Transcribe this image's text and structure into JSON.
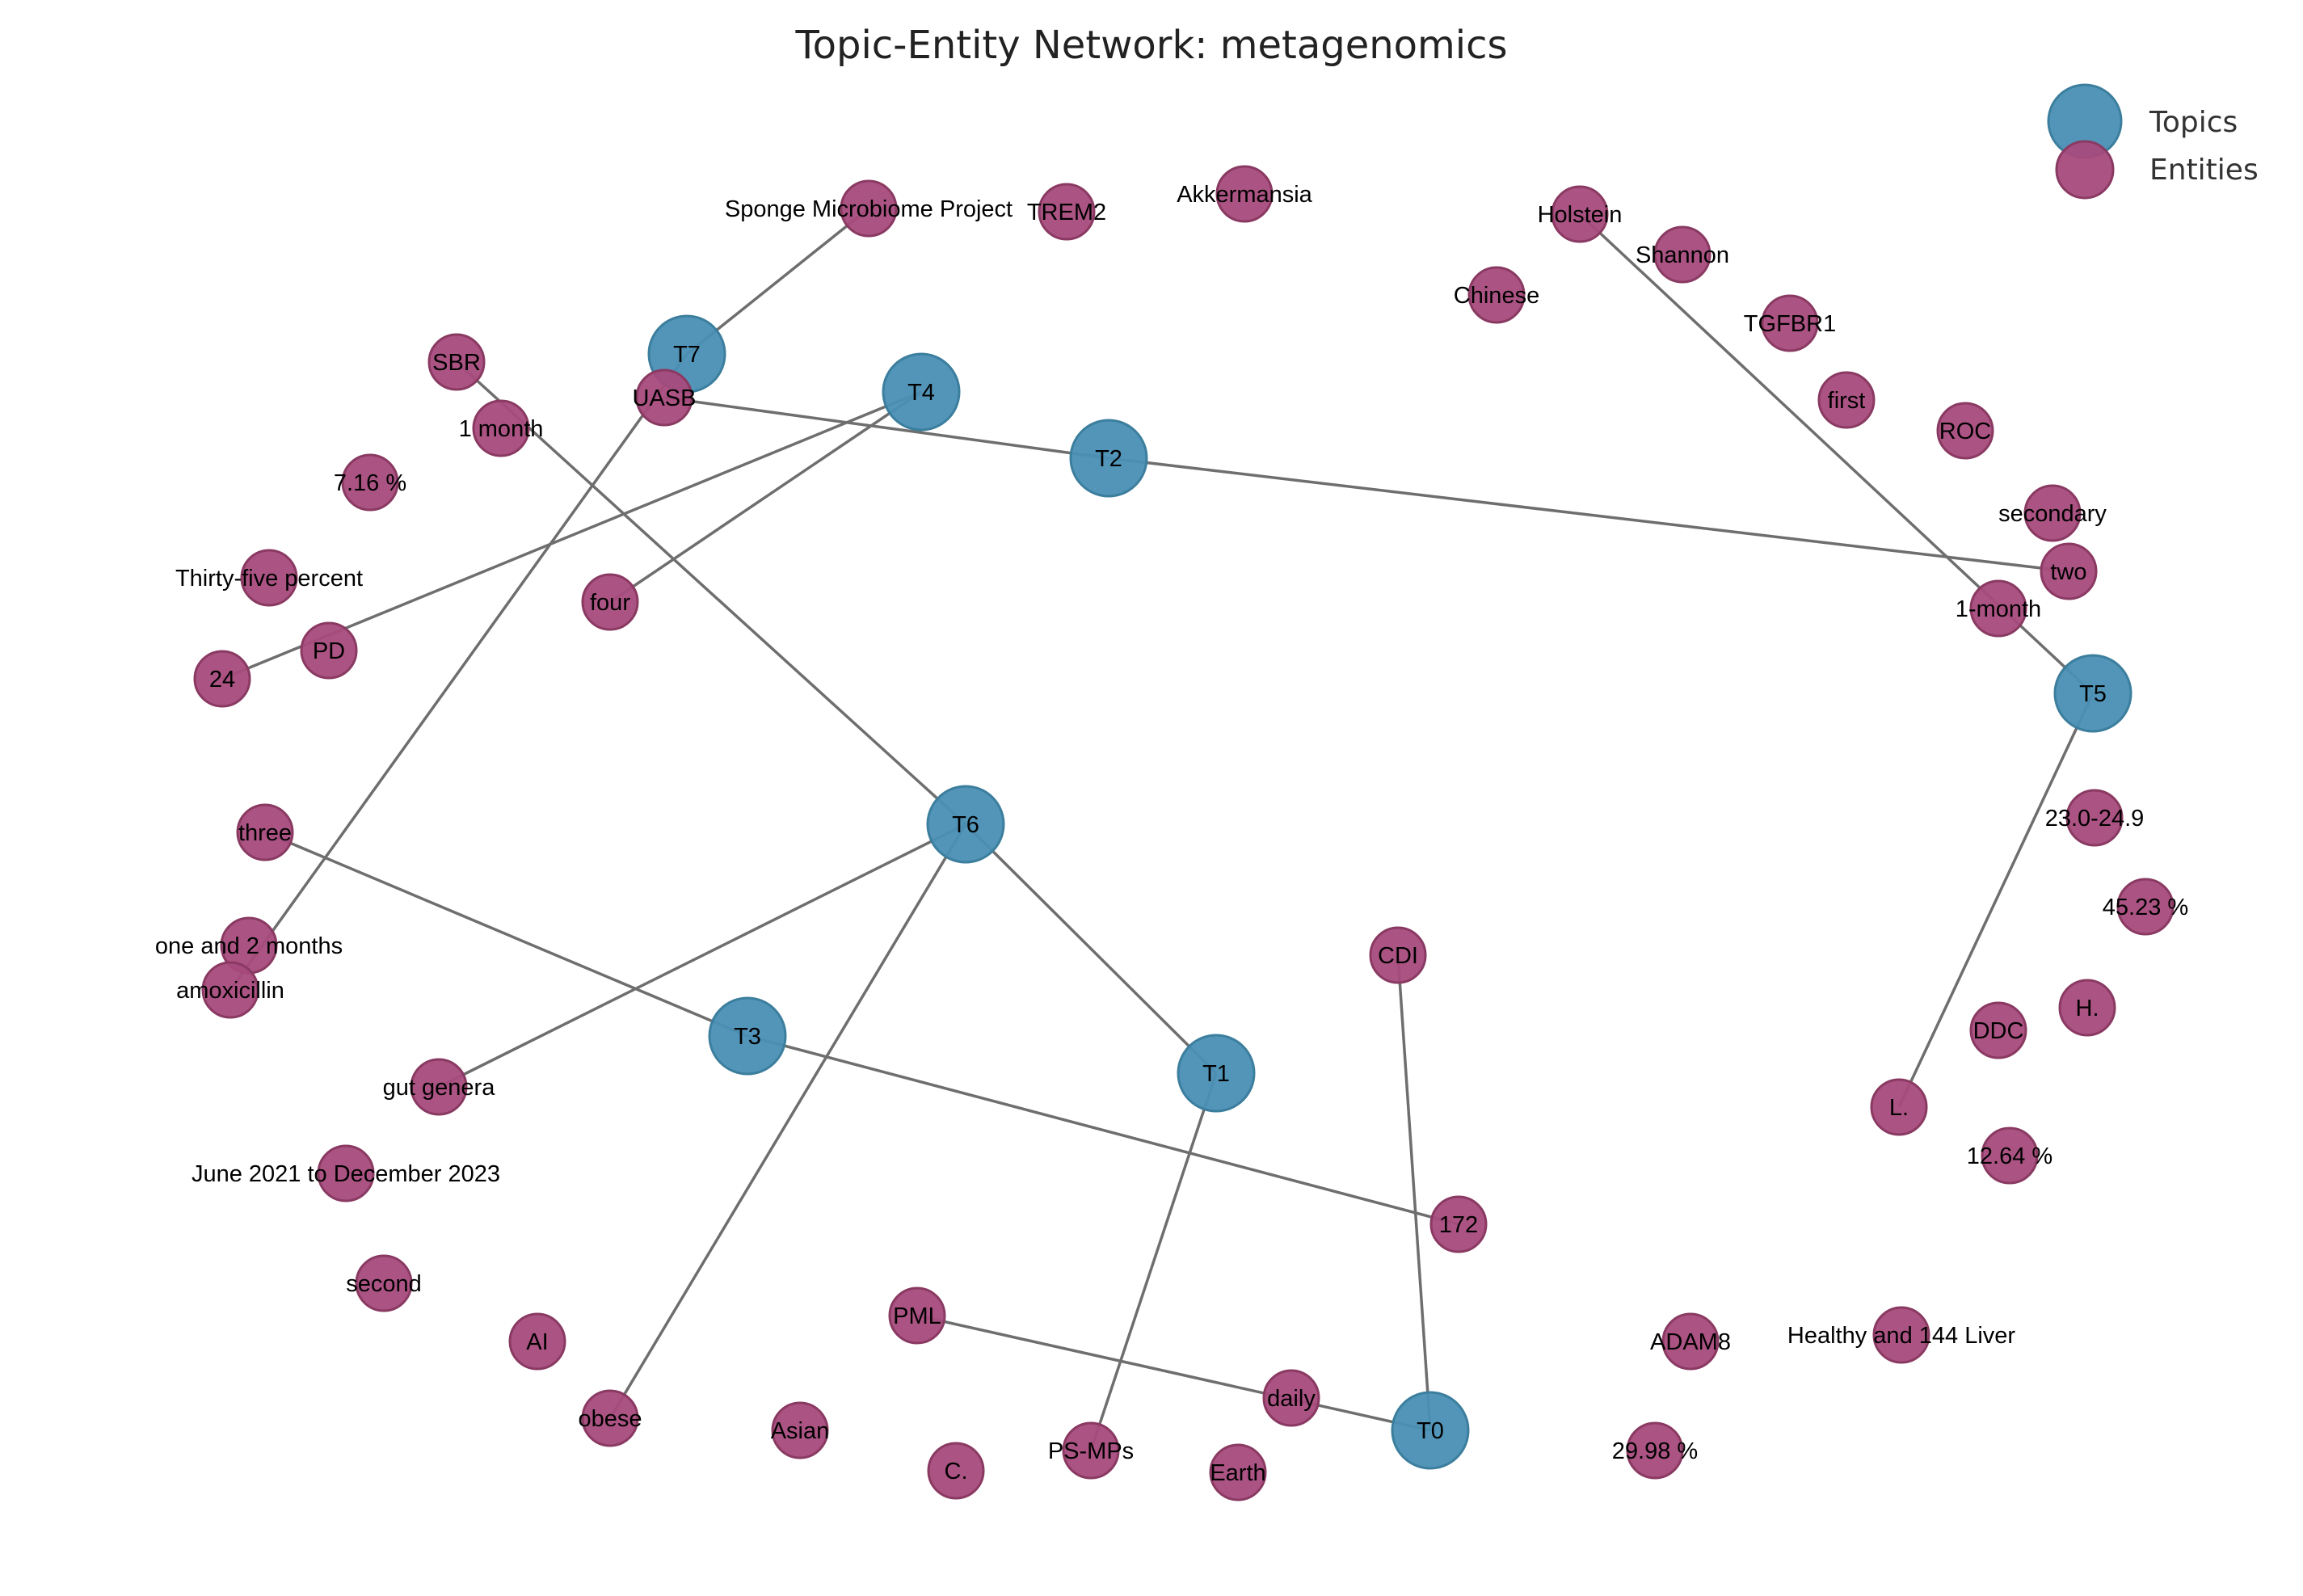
{
  "title": "Topic-Entity Network: metagenomics",
  "legend": {
    "topics_label": "Topics",
    "entities_label": "Entities"
  },
  "colors": {
    "topic": "#4a8fb4",
    "entity": "#a64a7c",
    "edge": "#6e6e6e"
  },
  "topics": [
    "T0",
    "T1",
    "T2",
    "T3",
    "T4",
    "T5",
    "T6",
    "T7"
  ],
  "entities": [
    "Sponge Microbiome Project",
    "TREM2",
    "Akkermansia",
    "Holstein",
    "Shannon",
    "Chinese",
    "TGFBR1",
    "first",
    "ROC",
    "secondary",
    "two",
    "1-month",
    "SBR",
    "1 month",
    "UASB",
    "7.16 %",
    "Thirty-five percent",
    "PD",
    "24",
    "four",
    "three",
    "one and 2 months",
    "amoxicillin",
    "gut genera",
    "June 2021 to December 2023",
    "second",
    "AI",
    "obese",
    "Asian",
    "C.",
    "PS-MPs",
    "PML",
    "daily",
    "Earth",
    "CDI",
    "172",
    "ADAM8",
    "Healthy and 144 Liver",
    "29.98 %",
    "23.0-24.9",
    "45.23 %",
    "H.",
    "DDC",
    "L.",
    "12.64 %"
  ],
  "edges": [
    [
      "T7",
      "Sponge Microbiome Project"
    ],
    [
      "T7",
      "amoxicillin"
    ],
    [
      "T4",
      "24"
    ],
    [
      "T4",
      "four"
    ],
    [
      "T2",
      "UASB"
    ],
    [
      "T2",
      "two"
    ],
    [
      "T5",
      "Holstein"
    ],
    [
      "T5",
      "L."
    ],
    [
      "T6",
      "SBR"
    ],
    [
      "T6",
      "T1"
    ],
    [
      "T6",
      "gut genera"
    ],
    [
      "T6",
      "obese"
    ],
    [
      "T3",
      "three"
    ],
    [
      "T3",
      "172"
    ],
    [
      "T1",
      "PS-MPs"
    ],
    [
      "T0",
      "CDI"
    ],
    [
      "T0",
      "PML"
    ]
  ]
}
